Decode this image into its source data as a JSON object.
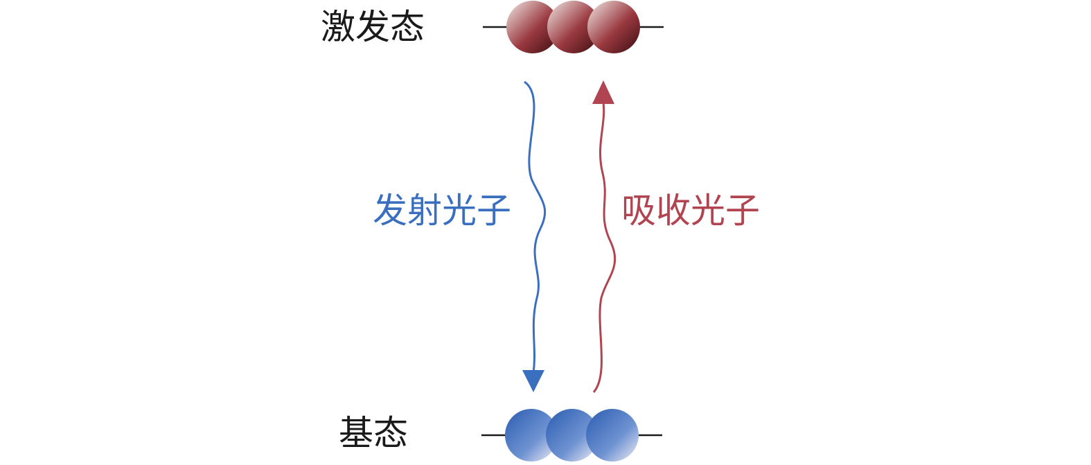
{
  "labels": {
    "excited_state": "激发态",
    "ground_state": "基态",
    "emit_photon": "发射光子",
    "absorb_photon": "吸收光子"
  },
  "levels": {
    "excited": {
      "electron_count": 3
    },
    "ground": {
      "electron_count": 3
    }
  },
  "colors": {
    "text": "#1a1a1a",
    "emit": "#3a6fbf",
    "absorb": "#b04450",
    "excited_ball_dark": "#7a1e24",
    "excited_ball_light": "#f3ece9",
    "ground_ball_dark": "#2f63b8",
    "ground_ball_light": "#f1eef4",
    "level_line": "#1a1a1a"
  }
}
